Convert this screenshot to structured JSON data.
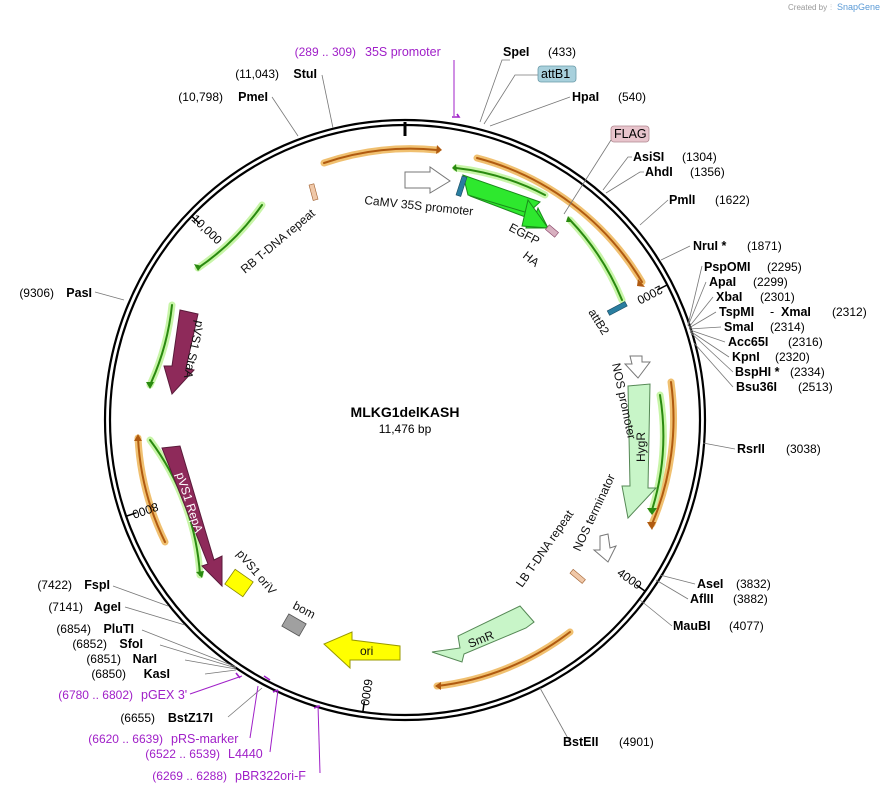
{
  "header": {
    "credit_prefix": "Created by",
    "credit_brand": "SnapGene"
  },
  "map": {
    "name": "MLKG1delKASH",
    "length_label": "11,476 bp",
    "length_bp": 11476
  },
  "ticks": [
    "2000",
    "4000",
    "6000",
    "8000",
    "10,000"
  ],
  "sites": [
    {
      "name": "SpeI",
      "pos": "(433)"
    },
    {
      "name": "HpaI",
      "pos": "(540)"
    },
    {
      "name": "AsiSI",
      "pos": "(1304)"
    },
    {
      "name": "AhdI",
      "pos": "(1356)"
    },
    {
      "name": "PmlI",
      "pos": "(1622)"
    },
    {
      "name": "NruI *",
      "pos": "(1871)"
    },
    {
      "name": "PspOMI",
      "pos": "(2295)"
    },
    {
      "name": "ApaI",
      "pos": "(2299)"
    },
    {
      "name": "XbaI",
      "pos": "(2301)"
    },
    {
      "name": "TspMI",
      "pos": "(2312)"
    },
    {
      "name": "XmaI",
      "pos": ""
    },
    {
      "name": "SmaI",
      "pos": "(2314)"
    },
    {
      "name": "Acc65I",
      "pos": "(2316)"
    },
    {
      "name": "KpnI",
      "pos": "(2320)"
    },
    {
      "name": "BspHI *",
      "pos": "(2334)"
    },
    {
      "name": "Bsu36I",
      "pos": "(2513)"
    },
    {
      "name": "RsrII",
      "pos": "(3038)"
    },
    {
      "name": "AseI",
      "pos": "(3832)"
    },
    {
      "name": "AflII",
      "pos": "(3882)"
    },
    {
      "name": "MauBI",
      "pos": "(4077)"
    },
    {
      "name": "BstEII",
      "pos": "(4901)"
    },
    {
      "name": "BstZ17I",
      "pos": "(6655)"
    },
    {
      "name": "KasI",
      "pos": "(6850)"
    },
    {
      "name": "NarI",
      "pos": "(6851)"
    },
    {
      "name": "SfoI",
      "pos": "(6852)"
    },
    {
      "name": "PluTI",
      "pos": "(6854)"
    },
    {
      "name": "AgeI",
      "pos": "(7141)"
    },
    {
      "name": "FspI",
      "pos": "(7422)"
    },
    {
      "name": "PasI",
      "pos": "(9306)"
    },
    {
      "name": "PmeI",
      "pos": "(10,798)"
    },
    {
      "name": "StuI",
      "pos": "(11,043)"
    }
  ],
  "primers": [
    {
      "range": "(289 .. 309)",
      "name": "35S promoter"
    },
    {
      "range": "(6780 .. 6802)",
      "name": "pGEX 3'"
    },
    {
      "range": "(6620 .. 6639)",
      "name": "pRS-marker"
    },
    {
      "range": "(6522 .. 6539)",
      "name": "L4440"
    },
    {
      "range": "(6269 .. 6288)",
      "name": "pBR322ori-F"
    }
  ],
  "boxes": [
    {
      "name": "attB1",
      "color": "#a8d0dc"
    },
    {
      "name": "FLAG",
      "color": "#e8c4cc"
    }
  ],
  "features": [
    {
      "name": "CaMV 35S promoter",
      "color": "#ffffff"
    },
    {
      "name": "EGFP",
      "color": "#2ee82e"
    },
    {
      "name": "HA",
      "color": "#d8b0c0"
    },
    {
      "name": "attB2",
      "color": "#2a7ea0"
    },
    {
      "name": "NOS promoter",
      "color": "#ffffff"
    },
    {
      "name": "HygR",
      "color": "#c8f5c8"
    },
    {
      "name": "NOS terminator",
      "color": "#ffffff"
    },
    {
      "name": "LB T-DNA repeat",
      "color": "#f0c8a8"
    },
    {
      "name": "SmR",
      "color": "#c8f5c8"
    },
    {
      "name": "ori",
      "color": "#ffff00"
    },
    {
      "name": "bom",
      "color": "#a0a0a0"
    },
    {
      "name": "pVS1 oriV",
      "color": "#ffff00"
    },
    {
      "name": "pVS1 RepA",
      "color": "#8e2a5a"
    },
    {
      "name": "pVS1 StaA",
      "color": "#8e2a5a"
    },
    {
      "name": "RB T-DNA repeat",
      "color": "#f0c8a8"
    }
  ]
}
